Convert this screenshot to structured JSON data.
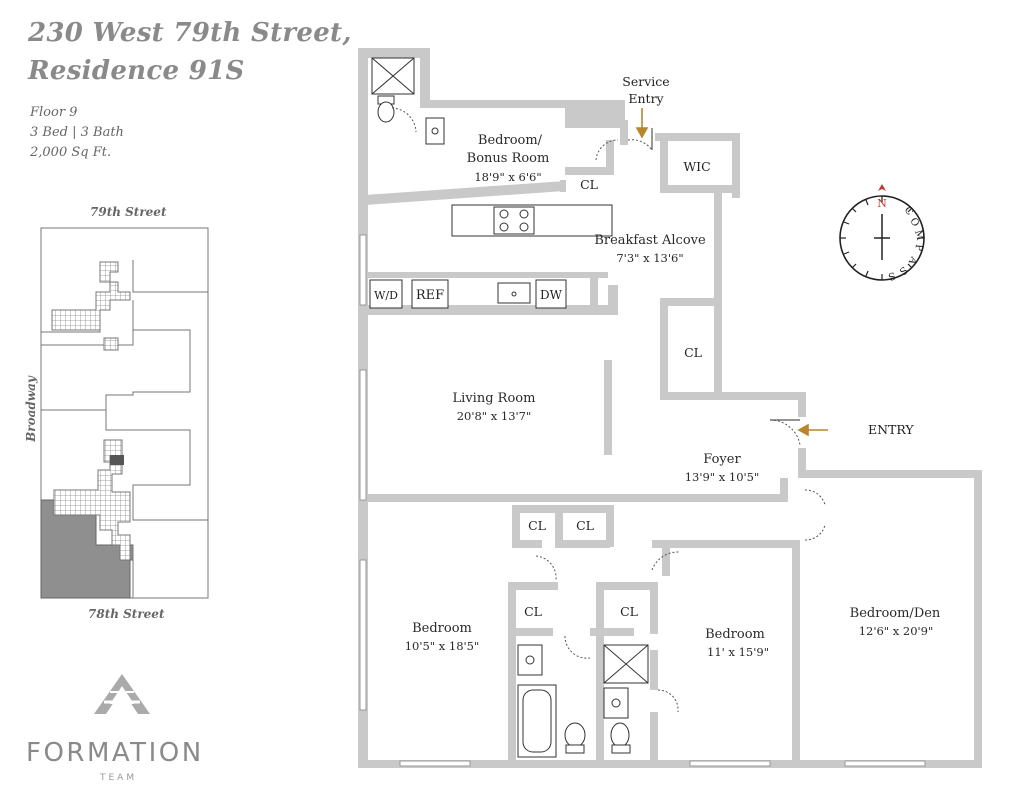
{
  "header": {
    "title_line1": "230 West 79th Street,",
    "title_line2": "Residence 91S",
    "floor": "Floor 9",
    "beds_baths": "3 Bed | 3 Bath",
    "size": "2,000 Sq Ft."
  },
  "keyplan": {
    "street_top": "79th Street",
    "street_bottom": "78th Street",
    "street_side": "Broadway"
  },
  "logo": {
    "name": "FORMATION",
    "sub": "TEAM"
  },
  "compass": {
    "north": "N",
    "label": "COMPASS"
  },
  "rooms": {
    "bedroom_bonus": {
      "name1": "Bedroom/",
      "name2": "Bonus Room",
      "dims": "18'9\" x 6'6\""
    },
    "breakfast": {
      "name": "Breakfast Alcove",
      "dims": "7'3\" x 13'6\""
    },
    "living": {
      "name": "Living Room",
      "dims": "20'8\" x 13'7\""
    },
    "foyer": {
      "name": "Foyer",
      "dims": "13'9\" x 10'5\""
    },
    "bedroom1": {
      "name": "Bedroom",
      "dims": "10'5\" x 18'5\""
    },
    "bedroom2": {
      "name": "Bedroom",
      "dims": "11' x 15'9\""
    },
    "bedroom_den": {
      "name": "Bedroom/Den",
      "dims": "12'6\" x 20'9\""
    }
  },
  "labels": {
    "service_entry1": "Service",
    "service_entry2": "Entry",
    "entry": "ENTRY",
    "wic": "WIC",
    "cl": "CL",
    "wd": "W/D",
    "ref": "REF",
    "dw": "DW"
  }
}
